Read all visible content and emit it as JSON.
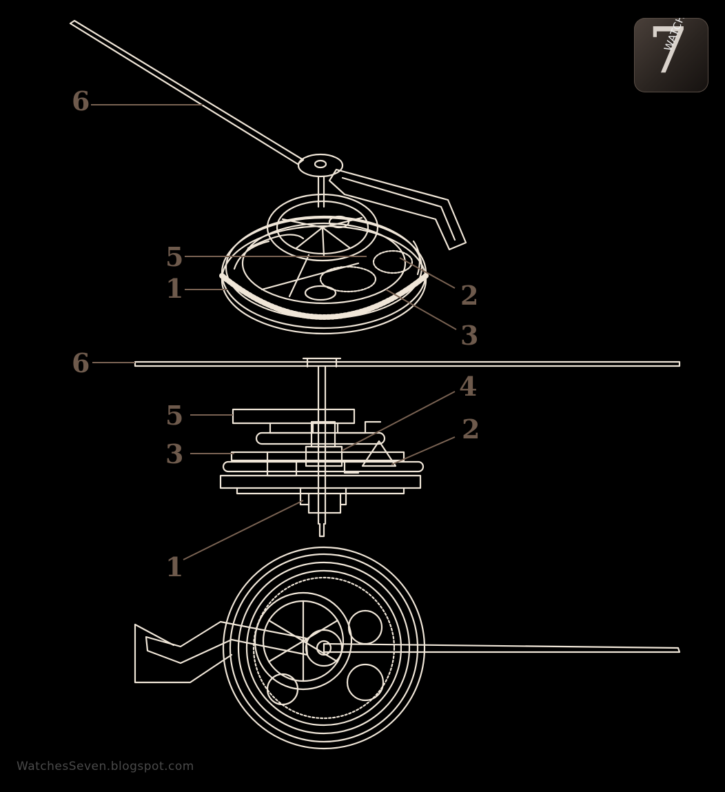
{
  "colors": {
    "background": "#000000",
    "line": "#f0e6d8",
    "label": "#6e5a4c",
    "leader": "#7a6353",
    "footer": "#4a4a4a"
  },
  "logo": {
    "number": "7",
    "word": "WATCHES"
  },
  "labels": {
    "top": {
      "n6": "6",
      "n5": "5",
      "n1": "1",
      "n2": "2",
      "n3": "3"
    },
    "middle": {
      "n6": "6",
      "n4": "4",
      "n5": "5",
      "n2": "2",
      "n3": "3",
      "n1": "1"
    }
  },
  "footer": {
    "text": "WatchesSeven.blogspot.com"
  }
}
